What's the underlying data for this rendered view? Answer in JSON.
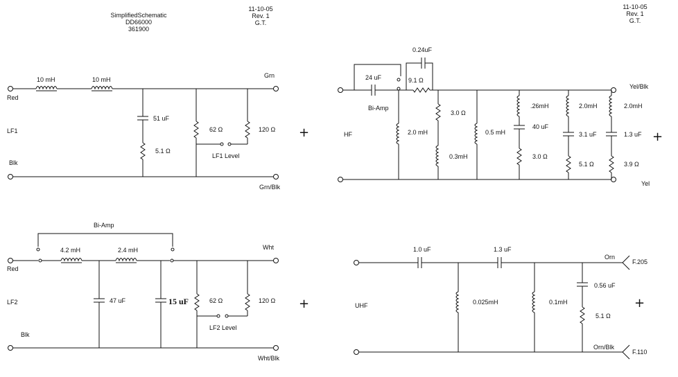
{
  "header_left": {
    "title": "SimplifiedSchematic",
    "part1": "DD66000",
    "part2": "361900",
    "date": "11-10-05",
    "rev": "Rev. 1",
    "initials": "G.T."
  },
  "header_right": {
    "date": "11-10-05",
    "rev": "Rev. 1",
    "initials": "G.T."
  },
  "lf1": {
    "name": "LF1",
    "in_pos": "Red",
    "in_neg": "Blk",
    "out_pos": "Grn",
    "out_neg": "Grn/Blk",
    "l1": "10 mH",
    "l2": "10 mH",
    "c1": "51 uF",
    "r1": "5.1 Ω",
    "r2": "62 Ω",
    "r3": "120 Ω",
    "level": "LF1 Level",
    "plus": "+"
  },
  "hf": {
    "name": "HF",
    "out_pos": "Yel/Blk",
    "out_neg": "Yel",
    "c_series": "24 uF",
    "biamp": "Bi-Amp",
    "c_top": "0.24uF",
    "r_series": "9.1 Ω",
    "l_shunt1": "2.0 mH",
    "r_shunt2": "3.0 Ω",
    "l_shunt2": "0.3mH",
    "l_shunt3": "0.5 mH",
    "l_shunt4": ".26mH",
    "c_shunt4": "40 uF",
    "r_shunt4": "3.0 Ω",
    "l_shunt5": "2.0mH",
    "c_shunt5": "3.1 uF",
    "r_shunt5": "5.1 Ω",
    "l_shunt6": "2.0mH",
    "c_shunt6": "1.3 uF",
    "r_shunt6": "3.9 Ω",
    "plus": "+"
  },
  "lf2": {
    "name": "LF2",
    "in_pos": "Red",
    "in_neg": "Blk",
    "out_pos": "Wht",
    "out_neg": "Wht/Blk",
    "biamp": "Bi-Amp",
    "l1": "4.2 mH",
    "l2": "2.4 mH",
    "c1": "47 uF",
    "c2": "15 uF",
    "r2": "62 Ω",
    "r3": "120 Ω",
    "level": "LF2 Level",
    "plus": "+"
  },
  "uhf": {
    "name": "UHF",
    "c1": "1.0 uF",
    "c2": "1.3 uF",
    "l1": "0.025mH",
    "l2": "0.1mH",
    "c3": "0.56 uF",
    "r1": "5.1 Ω",
    "out_pos": "Orn",
    "out_neg": "Orn/Blk",
    "f1": "F.205",
    "f2": "F.110",
    "plus": "+"
  }
}
